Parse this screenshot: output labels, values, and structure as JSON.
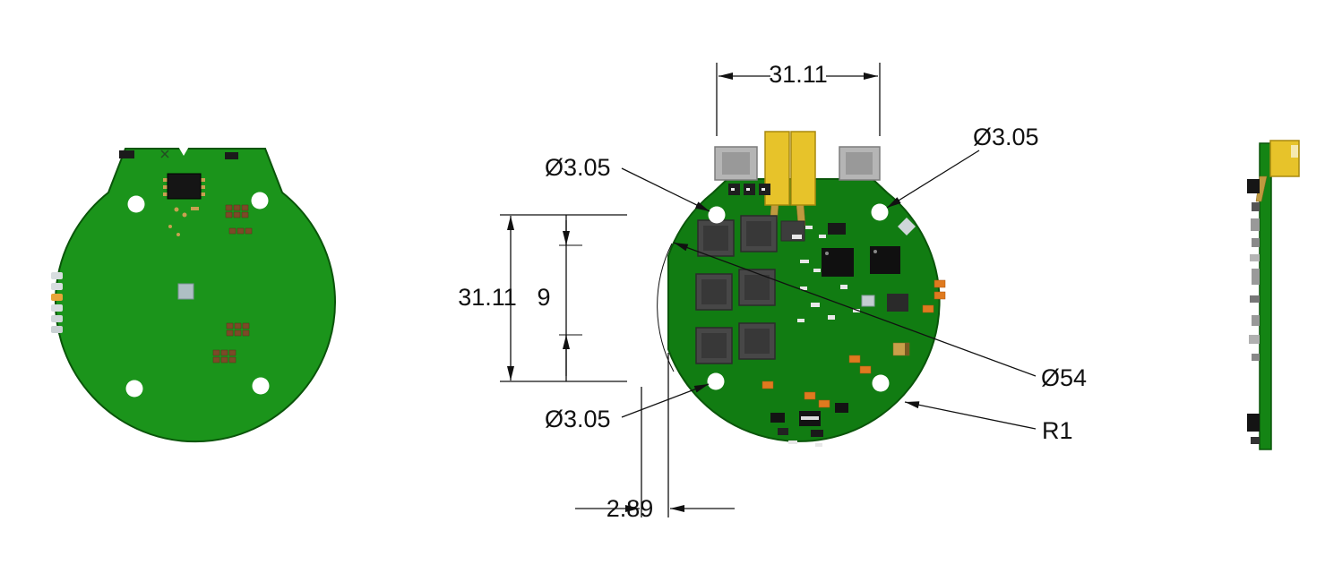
{
  "drawing": {
    "dims": {
      "top_hole_spacing": "31.11",
      "left_hole_spacing": "31.11",
      "inner_spacing": "9",
      "hole_dia_top_left": "Ø3.05",
      "hole_dia_top_right": "Ø3.05",
      "hole_dia_bottom_left": "Ø3.05",
      "board_diameter": "Ø54",
      "edge_radius": "R1",
      "edge_offset": "2.89"
    },
    "colors": {
      "pcb_green_front": "#117c12",
      "pcb_green_back": "#1b941b",
      "pcb_edge": "#0a550a",
      "connector_yellow": "#e7c32a",
      "connector_gray": "#b5b5b5",
      "chip_dark": "#474747",
      "ic_black": "#111111",
      "capacitor_orange": "#df7a1f",
      "gold": "#c8a050",
      "dimension_line": "#111111",
      "background": "#ffffff"
    }
  }
}
